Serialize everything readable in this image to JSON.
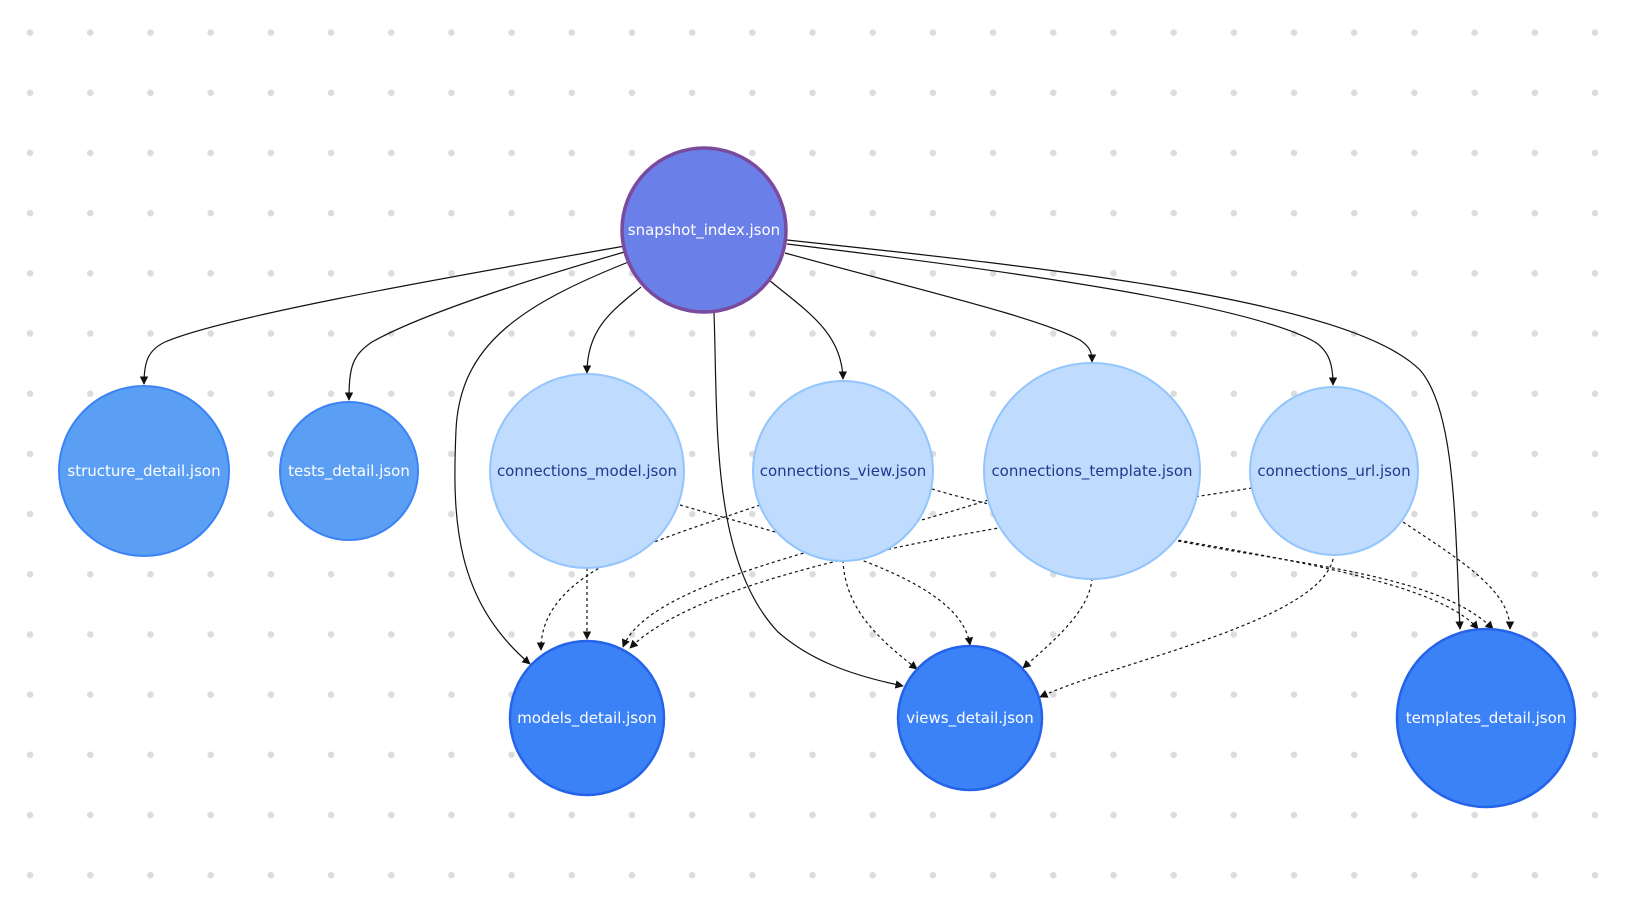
{
  "diagram": {
    "nodes": {
      "snapshot_index": {
        "label": "snapshot_index.json",
        "style": "root"
      },
      "structure_detail": {
        "label": "structure_detail.json",
        "style": "detail-medium"
      },
      "tests_detail": {
        "label": "tests_detail.json",
        "style": "detail-medium"
      },
      "connections_model": {
        "label": "connections_model.json",
        "style": "connection"
      },
      "connections_view": {
        "label": "connections_view.json",
        "style": "connection"
      },
      "connections_template": {
        "label": "connections_template.json",
        "style": "connection"
      },
      "connections_url": {
        "label": "connections_url.json",
        "style": "connection"
      },
      "models_detail": {
        "label": "models_detail.json",
        "style": "detail-dark"
      },
      "views_detail": {
        "label": "views_detail.json",
        "style": "detail-dark"
      },
      "templates_detail": {
        "label": "templates_detail.json",
        "style": "detail-dark"
      }
    },
    "edges": [
      {
        "from": "snapshot_index",
        "to": "structure_detail",
        "style": "solid"
      },
      {
        "from": "snapshot_index",
        "to": "tests_detail",
        "style": "solid"
      },
      {
        "from": "snapshot_index",
        "to": "models_detail",
        "style": "solid"
      },
      {
        "from": "snapshot_index",
        "to": "connections_model",
        "style": "solid"
      },
      {
        "from": "snapshot_index",
        "to": "views_detail",
        "style": "solid"
      },
      {
        "from": "snapshot_index",
        "to": "connections_view",
        "style": "solid"
      },
      {
        "from": "snapshot_index",
        "to": "connections_template",
        "style": "solid"
      },
      {
        "from": "snapshot_index",
        "to": "connections_url",
        "style": "solid"
      },
      {
        "from": "snapshot_index",
        "to": "templates_detail",
        "style": "solid"
      },
      {
        "from": "connections_model",
        "to": "models_detail",
        "style": "dotted"
      },
      {
        "from": "connections_model",
        "to": "views_detail",
        "style": "dotted"
      },
      {
        "from": "connections_view",
        "to": "models_detail",
        "style": "dotted"
      },
      {
        "from": "connections_view",
        "to": "views_detail",
        "style": "dotted"
      },
      {
        "from": "connections_view",
        "to": "templates_detail",
        "style": "dotted"
      },
      {
        "from": "connections_template",
        "to": "models_detail",
        "style": "dotted"
      },
      {
        "from": "connections_template",
        "to": "views_detail",
        "style": "dotted"
      },
      {
        "from": "connections_template",
        "to": "templates_detail",
        "style": "dotted"
      },
      {
        "from": "connections_url",
        "to": "models_detail",
        "style": "dotted"
      },
      {
        "from": "connections_url",
        "to": "views_detail",
        "style": "dotted"
      },
      {
        "from": "connections_url",
        "to": "templates_detail",
        "style": "dotted"
      }
    ],
    "colors": {
      "root_fill": "#6a7fe8",
      "root_stroke": "#7a4a9e",
      "root_text": "#ffffff",
      "detail_medium_fill": "#5b9ff5",
      "detail_medium_stroke": "#3b82f6",
      "detail_medium_text": "#ffffff",
      "connection_fill": "#bfdbfe",
      "connection_stroke": "#93c5fd",
      "connection_text": "#1e3a8a",
      "detail_dark_fill": "#3b82f6",
      "detail_dark_stroke": "#2563eb",
      "detail_dark_text": "#ffffff",
      "edge": "#111111",
      "grid_dot": "#dcdcdc"
    }
  }
}
